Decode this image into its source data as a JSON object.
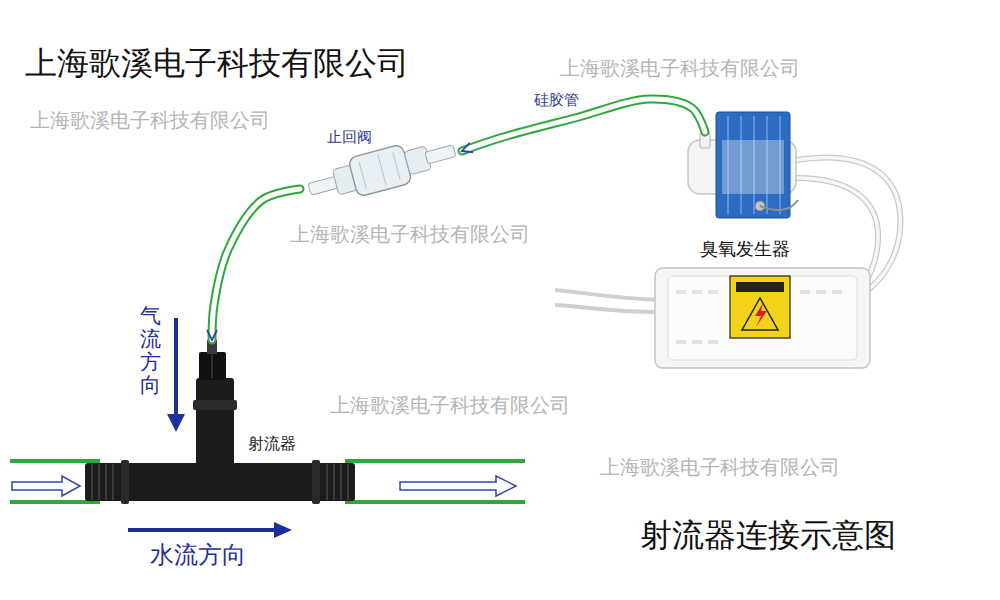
{
  "diagram": {
    "title": "上海歌溪电子科技有限公司",
    "caption": "射流器连接示意图",
    "nodes": [
      {
        "text": [
          "止回阀"
        ]
      },
      {
        "text": [
          "臭氧发生器"
        ]
      },
      {
        "text": [
          "射流器"
        ]
      }
    ],
    "edges": [
      {
        "from": 1,
        "to": 0,
        "arrow": "to",
        "label": "硅胶管"
      },
      {
        "from": 0,
        "to": 2,
        "arrow": "to"
      }
    ],
    "labels": [
      "气流方向",
      "水流方向",
      "上海歌溪电子科技有限公司",
      "上海歌溪电子科技有限公司",
      "上海歌溪电子科技有限公司",
      "上海歌溪电子科技有限公司",
      "上海歌溪电子科技有限公司"
    ]
  }
}
